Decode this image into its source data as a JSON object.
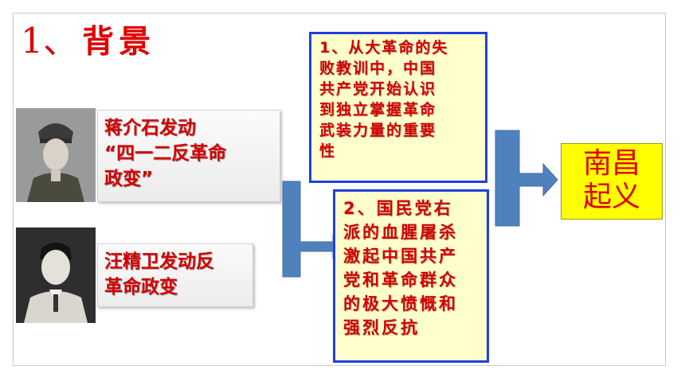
{
  "title": {
    "number": "1、",
    "text": "背景"
  },
  "events": [
    {
      "lines": [
        "蒋介石发动",
        "“四一二反革命",
        "政变”"
      ]
    },
    {
      "lines": [
        "汪精卫发动反",
        "革命政变"
      ]
    }
  ],
  "reasons": [
    {
      "lines": [
        "1、从大革命的失",
        "败教训中，中国",
        "共产党开始认识",
        "到独立掌握革命",
        "武装力量的重要",
        "性"
      ]
    },
    {
      "lines": [
        "2、国民党右",
        "派的血腥屠杀",
        "激起中国共产",
        "党和革命群众",
        "的极大愤慨和",
        "强烈反抗"
      ]
    }
  ],
  "result": {
    "lines": [
      "南昌",
      "起义"
    ]
  },
  "colors": {
    "accent_red": "#d40000",
    "box_border_blue": "#1f3fe0",
    "arrow_blue": "#4f81bd",
    "result_yellow": "#ffff00"
  },
  "icons": {
    "photo_1": "portrait-photo",
    "photo_2": "portrait-photo",
    "arrow_1": "bent-right-arrow",
    "arrow_2": "bent-right-arrow"
  }
}
